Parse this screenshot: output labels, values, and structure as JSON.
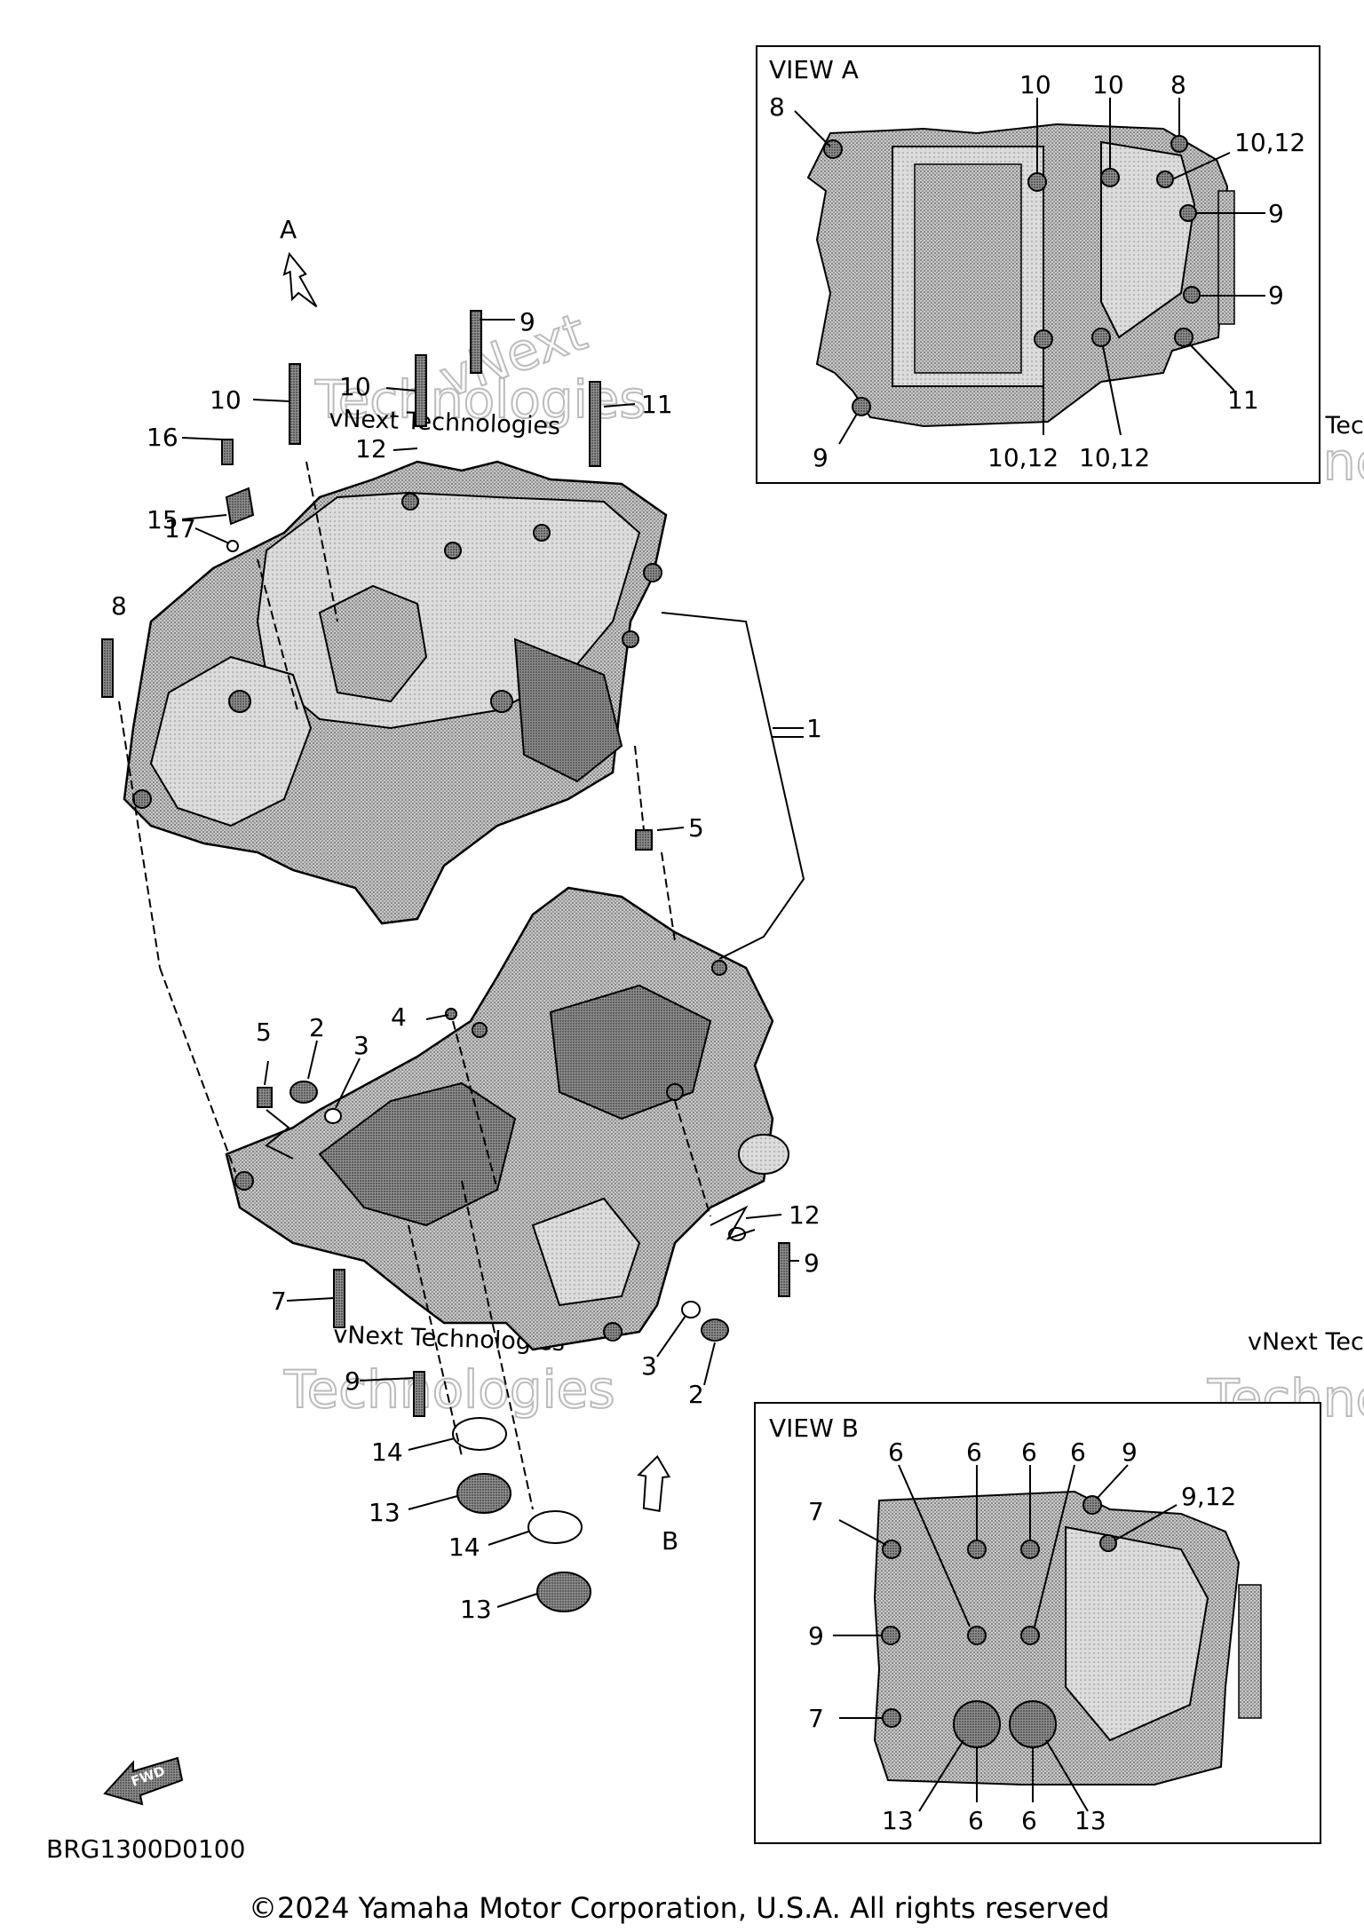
{
  "diagram": {
    "code": "BRG1300D0100",
    "copyright": "©2024 Yamaha Motor Corporation, U.S.A. All rights reserved",
    "fwd_label": "FWD",
    "watermark": {
      "line1": "vNext",
      "line2": "Technologies",
      "line3": "vNext Technologies"
    },
    "arrow_a": "A",
    "arrow_b": "B",
    "view_a": {
      "title": "VIEW A",
      "callouts": [
        "8",
        "10",
        "10",
        "8",
        "10,12",
        "9",
        "9",
        "11",
        "10,12",
        "10,12",
        "9"
      ]
    },
    "view_b": {
      "title": "VIEW B",
      "callouts": [
        "6",
        "6",
        "6",
        "6",
        "9",
        "9,12",
        "7",
        "9",
        "7",
        "13",
        "6",
        "6",
        "13"
      ]
    },
    "main_callouts": [
      "9",
      "10",
      "10",
      "11",
      "16",
      "15",
      "17",
      "12",
      "8",
      "1",
      "5",
      "4",
      "5",
      "2",
      "3",
      "12",
      "9",
      "7",
      "9",
      "3",
      "2",
      "14",
      "13",
      "14",
      "13"
    ]
  },
  "colors": {
    "line": "#000000",
    "shade": "#9a9a9a",
    "shade_dark": "#6e6e6e",
    "watermark": "#b8b8b8"
  }
}
